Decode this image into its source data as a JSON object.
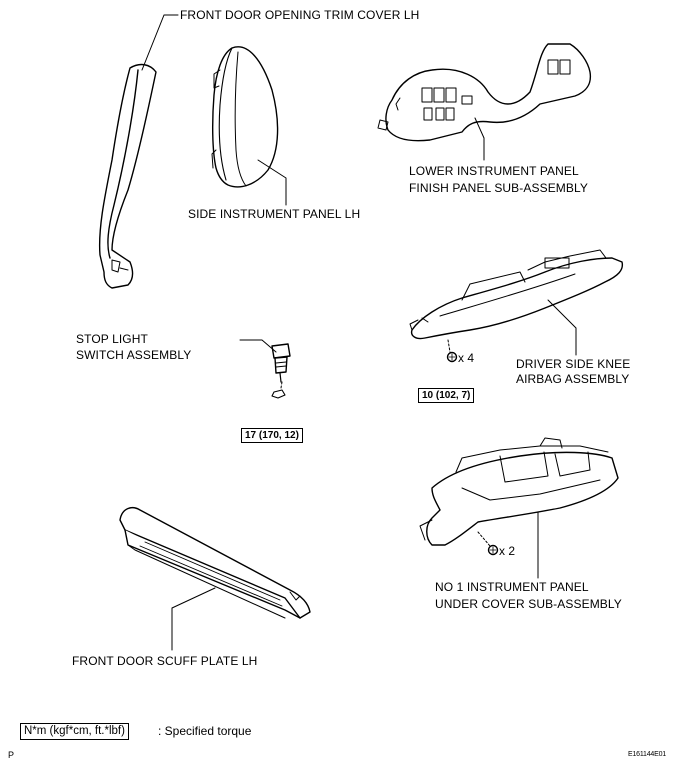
{
  "labels": {
    "front_door_opening_trim": "FRONT DOOR OPENING TRIM COVER LH",
    "side_instrument_panel": "SIDE INSTRUMENT PANEL LH",
    "lower_panel_line1": "LOWER INSTRUMENT PANEL",
    "lower_panel_line2": "FINISH PANEL SUB-ASSEMBLY",
    "stop_light_line1": "STOP LIGHT",
    "stop_light_line2": "SWITCH ASSEMBLY",
    "knee_airbag_line1": "DRIVER SIDE KNEE",
    "knee_airbag_line2": "AIRBAG ASSEMBLY",
    "under_cover_line1": "NO  1 INSTRUMENT PANEL",
    "under_cover_line2": "UNDER COVER SUB-ASSEMBLY",
    "scuff_plate": "FRONT DOOR SCUFF PLATE LH"
  },
  "torques": {
    "knee_airbag": "10 (102, 7)",
    "stop_light": "17 (170, 12)"
  },
  "quantities": {
    "knee_airbag_bolts": "x 4",
    "under_cover_screws": "x 2"
  },
  "legend": {
    "unit_box": "N*m (kgf*cm, ft.*lbf)",
    "description": ": Specified torque"
  },
  "codes": {
    "left": "P",
    "right": "E161144E01"
  }
}
